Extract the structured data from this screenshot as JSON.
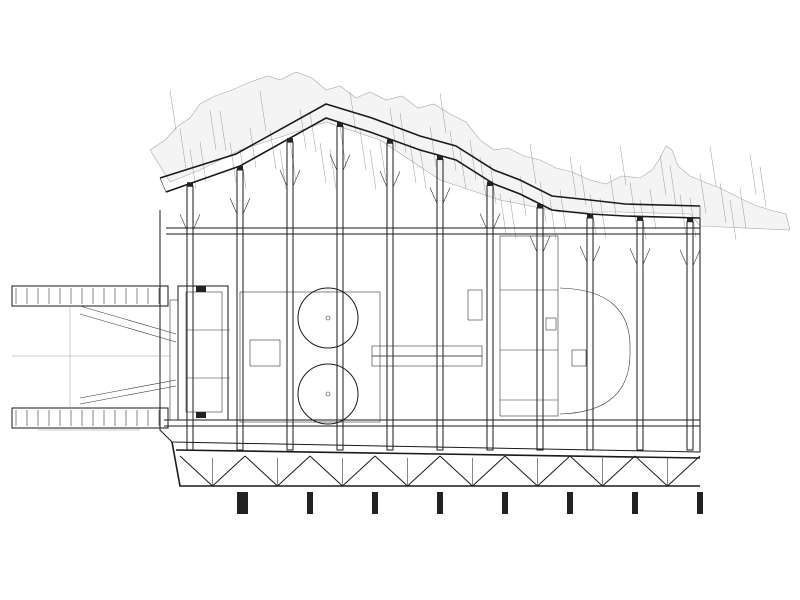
{
  "drawing": {
    "line_color": "#1a1a1a",
    "terrain_color": "#a8a8a8",
    "background": "#ffffff"
  },
  "structure": {
    "column_count": 11,
    "tank_count": 2,
    "truss_panels": 8
  }
}
